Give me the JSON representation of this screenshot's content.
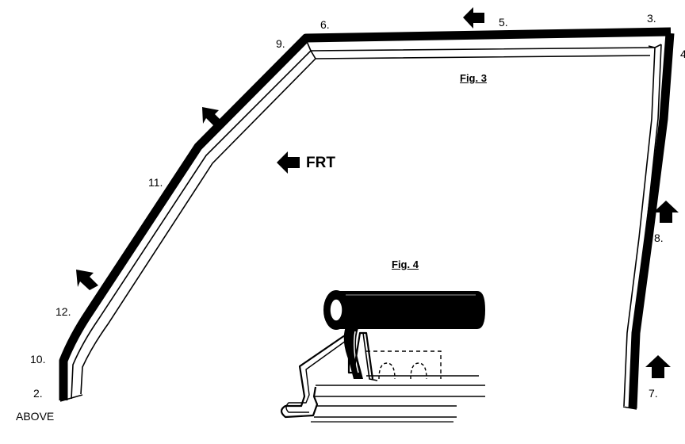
{
  "diagram": {
    "callouts": {
      "n2": "2.",
      "n3": "3.",
      "n4": "4.",
      "n5": "5.",
      "n6": "6.",
      "n7": "7.",
      "n8": "8.",
      "n9": "9.",
      "n10": "10.",
      "n11": "11.",
      "n12": "12."
    },
    "above_label": "ABOVE",
    "front_label": "FRT",
    "fig3_label": "Fig. 3",
    "fig4_label": "Fig. 4",
    "colors": {
      "ink": "#000000",
      "paper": "#ffffff"
    }
  }
}
